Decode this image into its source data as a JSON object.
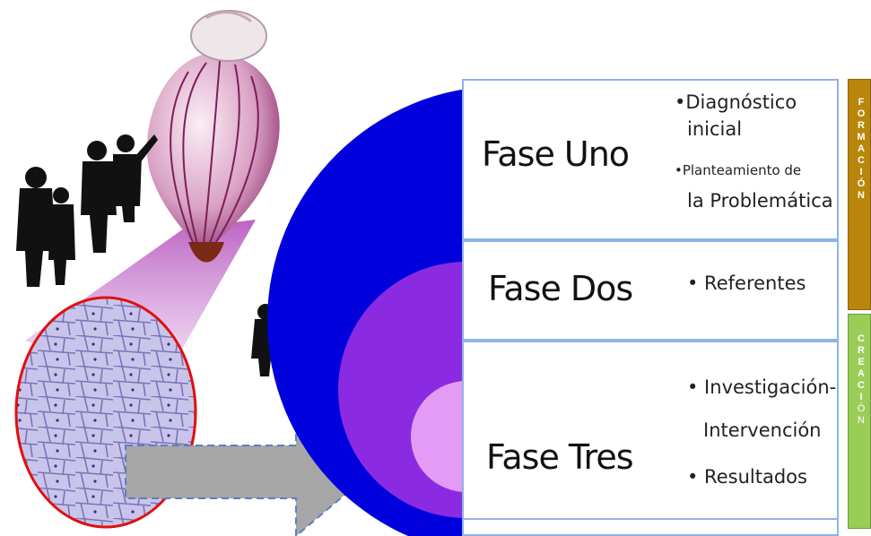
{
  "phases": [
    {
      "title": "Fase Uno",
      "bullets": [
        "•Diagnóstico",
        "inicial",
        "•Planteamiento de",
        "la Problemática"
      ]
    },
    {
      "title": "Fase Dos",
      "bullets": [
        "• Referentes"
      ]
    },
    {
      "title": "Fase Tres",
      "bullets": [
        "• Investigación-",
        "Intervención",
        "• Resultados"
      ]
    }
  ],
  "side_labels": [
    {
      "letters": [
        "F",
        "O",
        "R",
        "M",
        "A",
        "C",
        "I",
        "Ó",
        "N"
      ],
      "color": "#b8860b"
    },
    {
      "letters": [
        "C",
        "R",
        "E",
        "A",
        "C",
        "I",
        "Ó",
        "N"
      ],
      "color": "#9acd58"
    }
  ],
  "colors": {
    "outer_circle": "#0000dd",
    "middle_circle": "#8a2be2",
    "inner_circle": "#e39bf5",
    "arrow": "#a6a6a6",
    "frame": "#8eb4e3"
  },
  "icons": [
    "onion-icon",
    "cell-microscope-icon",
    "children-silhouette-icon",
    "arrow-right-icon"
  ]
}
